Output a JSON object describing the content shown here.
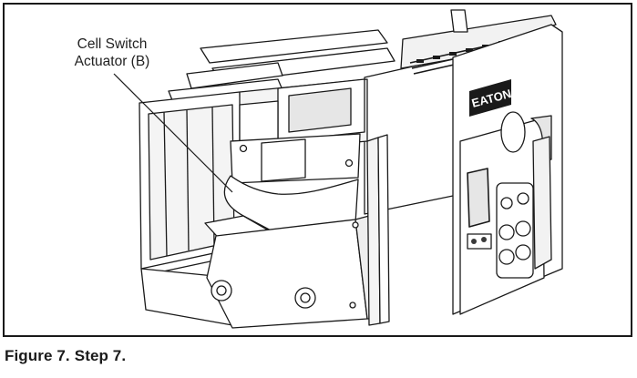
{
  "callout": {
    "line1": "Cell Switch",
    "line2": "Actuator (B)"
  },
  "brand_logo": "EATON",
  "caption": {
    "figure": "Figure 7.",
    "step": "Step 7."
  },
  "colors": {
    "stroke": "#1a1a1a",
    "fill": "#ffffff",
    "shade": "#e6e6e6",
    "dark": "#3a3a3a"
  }
}
